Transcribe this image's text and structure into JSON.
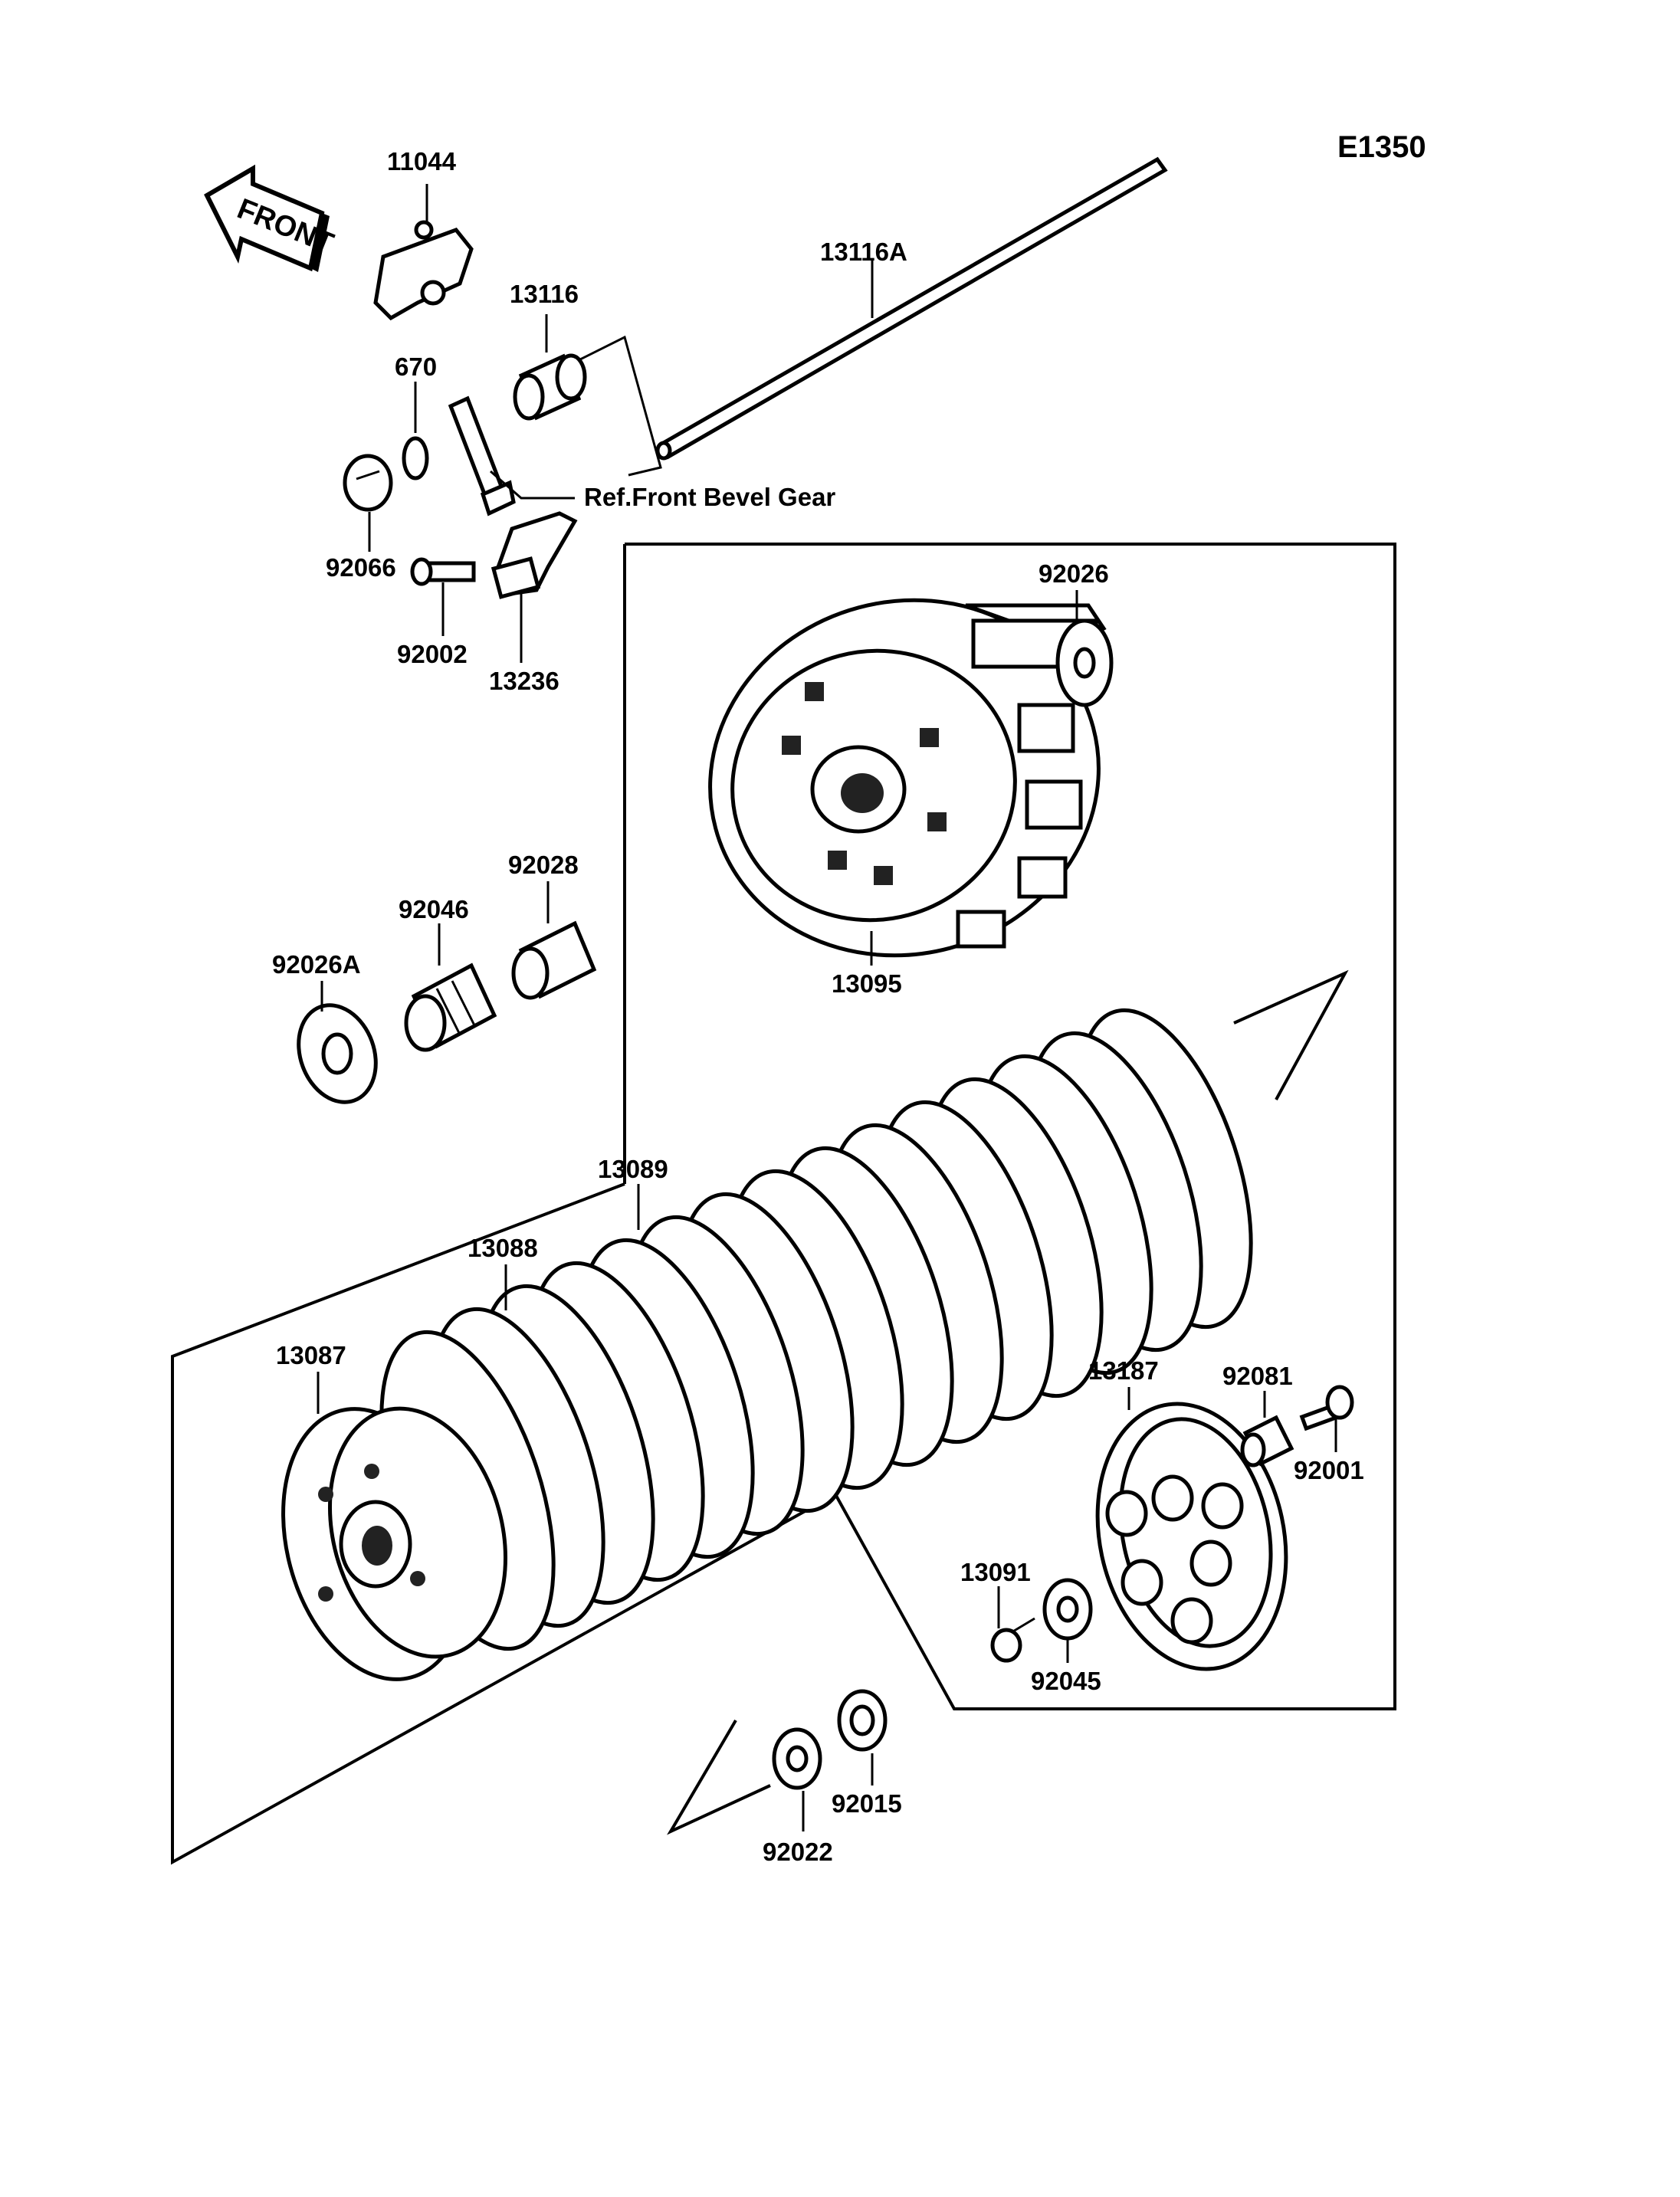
{
  "page": {
    "code": "E1350",
    "front_label": "FRONT"
  },
  "callouts": {
    "p11044": "11044",
    "p13116A": "13116A",
    "p13116": "13116",
    "p670": "670",
    "ref_front_bevel_gear": "Ref.Front Bevel Gear",
    "p92066": "92066",
    "p92002": "92002",
    "p13236": "13236",
    "p92026": "92026",
    "p13095": "13095",
    "p92028": "92028",
    "p92046": "92046",
    "p92026A": "92026A",
    "p13089": "13089",
    "p13088": "13088",
    "p13087": "13087",
    "p13187": "13187",
    "p92081": "92081",
    "p92001": "92001",
    "p13091": "13091",
    "p92045": "92045",
    "p92015": "92015",
    "p92022": "92022"
  },
  "icons": {
    "front_arrow": "front-arrow-icon"
  }
}
